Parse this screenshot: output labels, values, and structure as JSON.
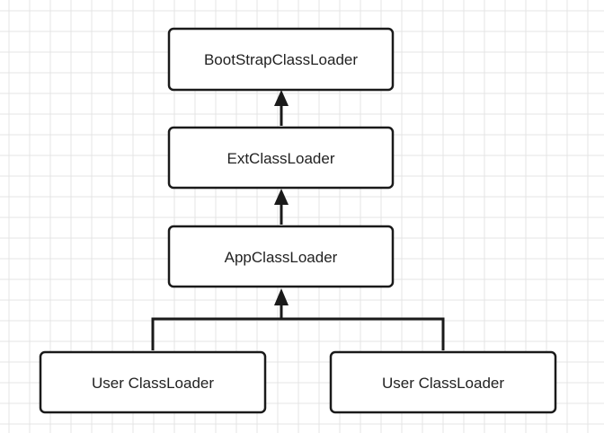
{
  "nodes": {
    "bootstrap": {
      "label": "BootStrapClassLoader"
    },
    "ext": {
      "label": "ExtClassLoader"
    },
    "app": {
      "label": "AppClassLoader"
    },
    "user_left": {
      "label": "User ClassLoader"
    },
    "user_right": {
      "label": "User ClassLoader"
    }
  },
  "colors": {
    "background": "#ffffff",
    "grid": "#e4e4e4",
    "stroke": "#1a1a1a",
    "text": "#222222"
  }
}
